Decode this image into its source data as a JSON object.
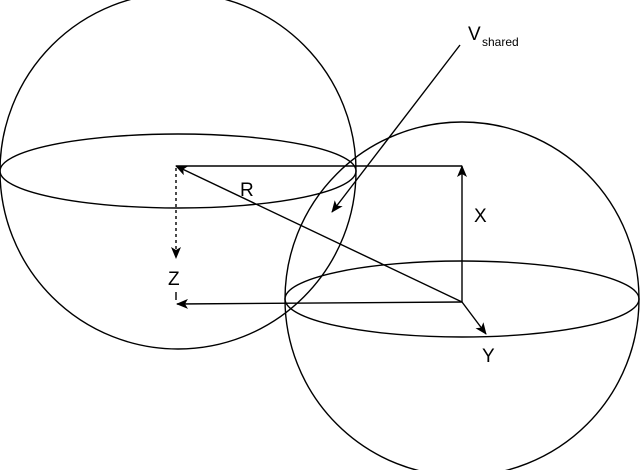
{
  "labels": {
    "r": "R",
    "x": "X",
    "y": "Y",
    "z": "Z",
    "v": "V",
    "v_subscript": "shared"
  },
  "colors": {
    "stroke": "#000000",
    "background": "#ffffff"
  }
}
